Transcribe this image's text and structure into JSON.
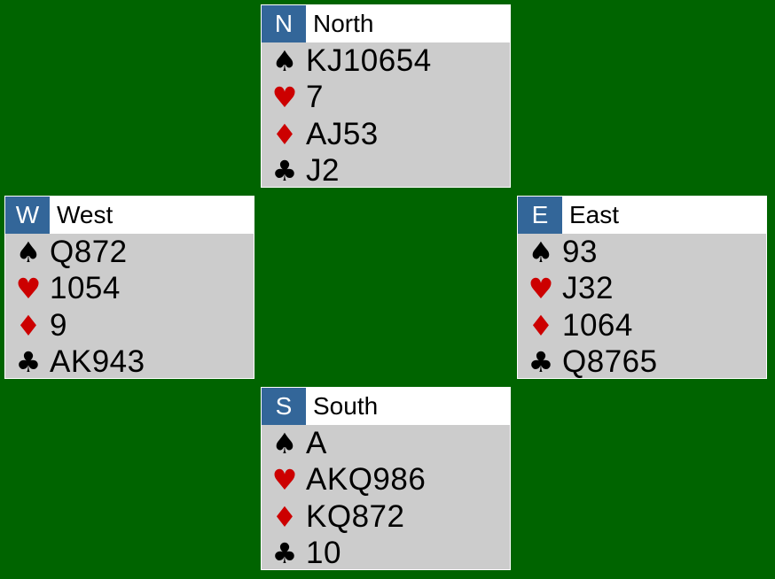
{
  "colors": {
    "felt": "#006400",
    "badge": "#336699",
    "red_suit": "#cc0000",
    "black_suit": "#000000"
  },
  "suit_icons": {
    "spades": "♠",
    "hearts": "♥",
    "diamonds": "♦",
    "clubs": "♣"
  },
  "hands": {
    "north": {
      "seat": "N",
      "name": "North",
      "spades": "KJ10654",
      "hearts": "7",
      "diamonds": "AJ53",
      "clubs": "J2"
    },
    "west": {
      "seat": "W",
      "name": "West",
      "spades": "Q872",
      "hearts": "1054",
      "diamonds": "9",
      "clubs": "AK943"
    },
    "east": {
      "seat": "E",
      "name": "East",
      "spades": "93",
      "hearts": "J32",
      "diamonds": "1064",
      "clubs": "Q8765"
    },
    "south": {
      "seat": "S",
      "name": "South",
      "spades": "A",
      "hearts": "AKQ986",
      "diamonds": "KQ872",
      "clubs": "10"
    }
  }
}
